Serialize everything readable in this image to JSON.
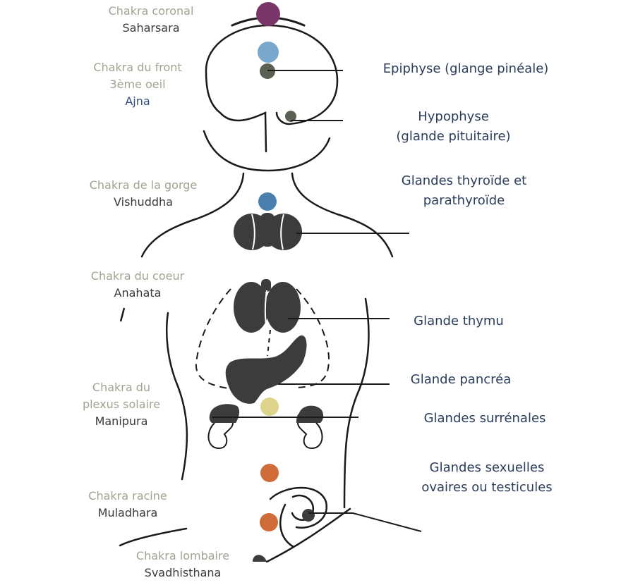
{
  "chakras": [
    {
      "name": "Chakra coronal",
      "sanskrit": "Saharsara",
      "color": "#7a3668"
    },
    {
      "name_lines": [
        "Chakra du front",
        "3ème oeil"
      ],
      "sanskrit": "Ajna",
      "color": "#7aa8cc"
    },
    {
      "name": "Chakra de la gorge",
      "sanskrit": "Vishuddha",
      "color": "#4a7fae"
    },
    {
      "name": "Chakra du coeur",
      "sanskrit": "Anahata"
    },
    {
      "name_lines": [
        "Chakra du",
        "plexus solaire"
      ],
      "sanskrit": "Manipura",
      "color": "#ddd38a"
    },
    {
      "name": "Chakra racine",
      "sanskrit": "Muladhara",
      "color": "#cf6c3a"
    },
    {
      "name": "Chakra lombaire",
      "sanskrit": "Svadhisthana",
      "color": "#cf6c3a"
    }
  ],
  "glands": [
    {
      "lines": [
        "Epiphyse (glange pinéale)"
      ]
    },
    {
      "lines": [
        "Hypophyse",
        "(glande pituitaire)"
      ]
    },
    {
      "lines": [
        "Glandes thyroïde et",
        "parathyroïde"
      ]
    },
    {
      "lines": [
        "Glande thymu"
      ]
    },
    {
      "lines": [
        "Glande pancréa"
      ]
    },
    {
      "lines": [
        "Glandes surrénales"
      ]
    },
    {
      "lines": [
        "Glandes sexuelles",
        "ovaires ou testicules"
      ]
    }
  ],
  "colors": {
    "organ": "#3c3c3c",
    "outline": "#1a1a1a",
    "gland_dot": "#5a6152"
  }
}
